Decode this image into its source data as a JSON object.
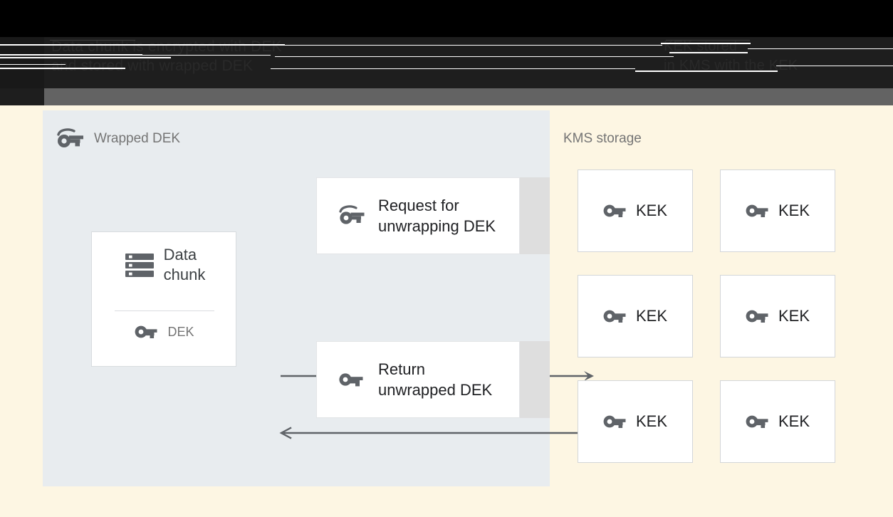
{
  "header": {
    "line1": "Data chunk is encrypted with DEK",
    "line2": "and stored with wrapped DEK",
    "right_line1": "KEK stored",
    "right_line2": "in KMS with the KEK"
  },
  "left_panel": {
    "title": "Wrapped DEK",
    "icon": "wrapped-key-icon"
  },
  "right_panel": {
    "title": "KMS storage"
  },
  "data_card": {
    "icon": "server-icon",
    "title_line1": "Data",
    "title_line2": "chunk",
    "key_icon": "key-icon",
    "key_label": "DEK"
  },
  "messages": [
    {
      "icon": "wrapped-key-icon",
      "line1": "Request for",
      "line2": "unwrapping DEK",
      "direction": "right"
    },
    {
      "icon": "key-icon",
      "line1": "Return",
      "line2": "unwrapped DEK",
      "direction": "left"
    }
  ],
  "kek_boxes": [
    {
      "label": "KEK",
      "icon": "key-icon"
    },
    {
      "label": "KEK",
      "icon": "key-icon"
    },
    {
      "label": "KEK",
      "icon": "key-icon"
    },
    {
      "label": "KEK",
      "icon": "key-icon"
    },
    {
      "label": "KEK",
      "icon": "key-icon"
    },
    {
      "label": "KEK",
      "icon": "key-icon"
    }
  ],
  "colors": {
    "page_background": "#fdf6e3",
    "left_panel": "#e8ecef",
    "card_white": "#ffffff",
    "strip_gray": "#dedede",
    "icon_gray": "#5f6368",
    "title_gray": "#757575",
    "text_dark": "#202124",
    "arrow": "#5f6368",
    "band_black": "#000000",
    "band_dark": "#1e1e1e",
    "band_mid": "#636363"
  }
}
